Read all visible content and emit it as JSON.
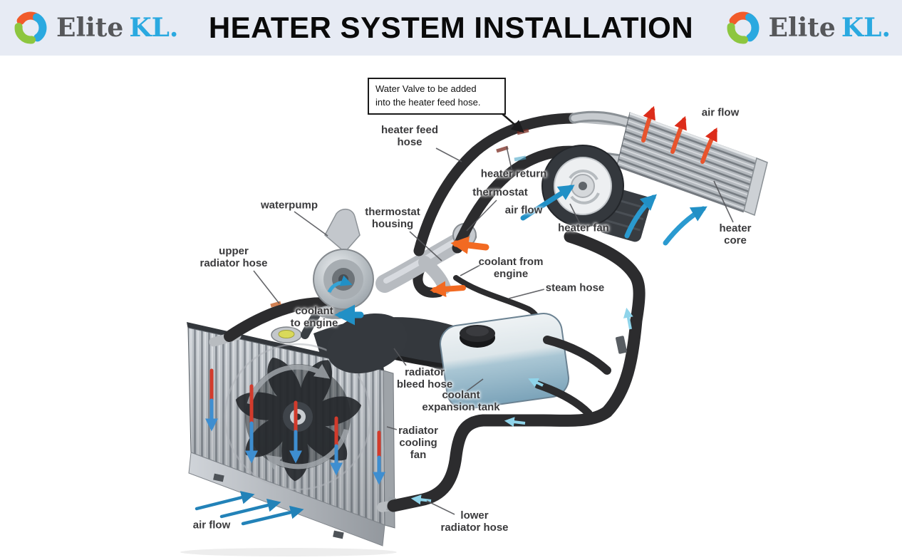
{
  "header": {
    "title": "HEATER SYSTEM INSTALLATION",
    "logo_left": {
      "brand": "Elite",
      "suffix": "KL."
    },
    "logo_right": {
      "brand": "Elite",
      "suffix": "KL."
    }
  },
  "callout": {
    "text": "Water Valve to be added\ninto the heater feed hose."
  },
  "diagram": {
    "labels": [
      {
        "id": "heater-feed-hose",
        "text": "heater feed\nhose"
      },
      {
        "id": "heater-return",
        "text": "heater return"
      },
      {
        "id": "thermostat",
        "text": "thermostat"
      },
      {
        "id": "air-flow-fan",
        "text": "air flow"
      },
      {
        "id": "heater-fan",
        "text": "heater fan"
      },
      {
        "id": "air-flow-top",
        "text": "air flow"
      },
      {
        "id": "heater-core",
        "text": "heater\ncore"
      },
      {
        "id": "waterpump",
        "text": "waterpump"
      },
      {
        "id": "thermostat-housing",
        "text": "thermostat\nhousing"
      },
      {
        "id": "upper-radiator-hose",
        "text": "upper\nradiator hose"
      },
      {
        "id": "coolant-to-engine",
        "text": "coolant\nto engine"
      },
      {
        "id": "coolant-from-engine",
        "text": "coolant from\nengine"
      },
      {
        "id": "steam-hose",
        "text": "steam hose"
      },
      {
        "id": "radiator-bleed-hose",
        "text": "radiator\nbleed hose"
      },
      {
        "id": "coolant-expansion-tank",
        "text": "coolant\nexpansion tank"
      },
      {
        "id": "radiator-cooling-fan",
        "text": "radiator\ncooling\nfan"
      },
      {
        "id": "lower-radiator-hose",
        "text": "lower\nradiator hose"
      },
      {
        "id": "air-flow-bottom",
        "text": "air flow"
      }
    ]
  },
  "colors": {
    "header_bg": "#e7ebf4",
    "brand_orange": "#f15b2a",
    "brand_blue": "#2aa9e0",
    "brand_green": "#8dc63f",
    "brand_gray": "#56575a",
    "hot_arrow_red": "#dc2c1a",
    "cool_arrow_blue": "#2190c6",
    "flow_orange": "#f26a22",
    "hose_black": "#2c2c2e"
  }
}
